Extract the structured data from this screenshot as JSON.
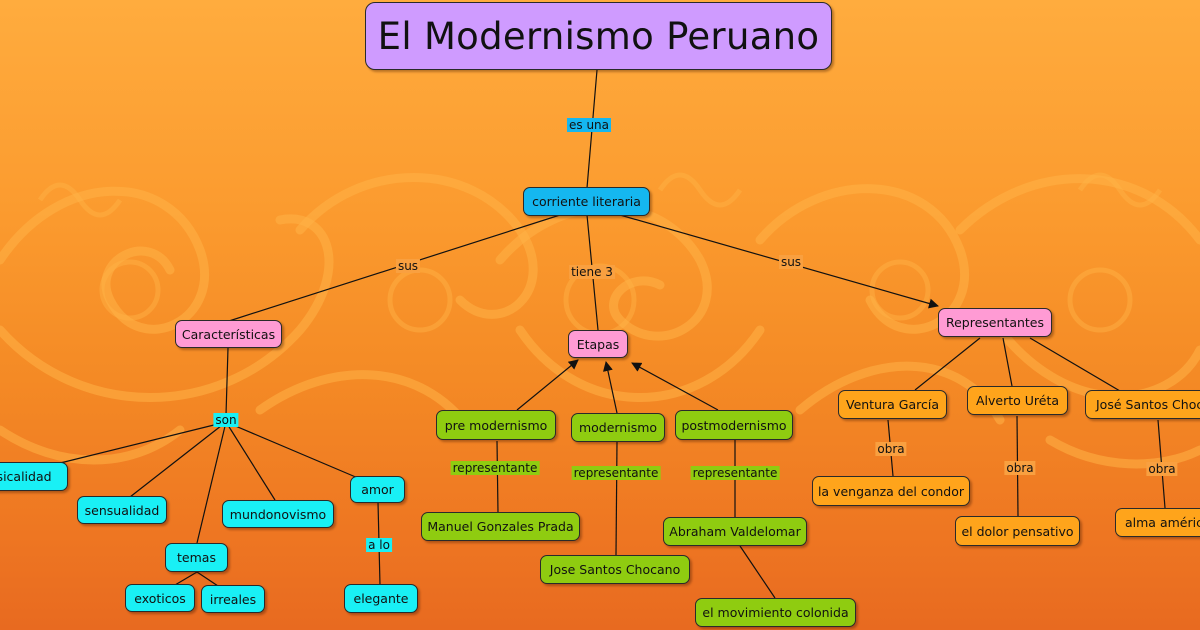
{
  "title": "El Modernismo Peruano",
  "nodes": {
    "corriente": "corriente literaria",
    "caracteristicas": "Características",
    "etapas": "Etapas",
    "representantes": "Representantes",
    "pre_modernismo": "pre modernismo",
    "modernismo": "modernismo",
    "postmodernismo": "postmodernismo",
    "manuel": "Manuel Gonzales Prada",
    "jose_chocano": "Jose Santos Chocano",
    "abraham": "Abraham Valdelomar",
    "movimiento": "el movimiento colonida",
    "ventura": "Ventura García",
    "alverto": "Alverto Uréta",
    "jose_chocano_rep": "José Santos Chocano",
    "venganza": "la venganza del condor",
    "dolor": "el dolor pensativo",
    "alma": "alma américa",
    "musicalidad": "musicalidad",
    "sensualidad": "sensualidad",
    "mundonovismo": "mundonovismo",
    "temas": "temas",
    "exoticos": "exoticos",
    "irreales": "irreales",
    "amor": "amor",
    "elegante": "elegante"
  },
  "links": {
    "es_una": "es una",
    "sus_left": "sus",
    "tiene_3": "tiene 3",
    "sus_right": "sus",
    "son": "son",
    "a_lo": "a lo",
    "representante_1": "representante",
    "representante_2": "representante",
    "representante_3": "representante",
    "obra_1": "obra",
    "obra_2": "obra",
    "obra_3": "obra"
  },
  "colors": {
    "title": "#cf9bff",
    "concept_blue": "#15b7f0",
    "concept_pink": "#ff9bd4",
    "concept_green": "#8fcc10",
    "concept_orange": "#ffa41b",
    "concept_cyan": "#19f0f5",
    "background": "#f48a25"
  }
}
